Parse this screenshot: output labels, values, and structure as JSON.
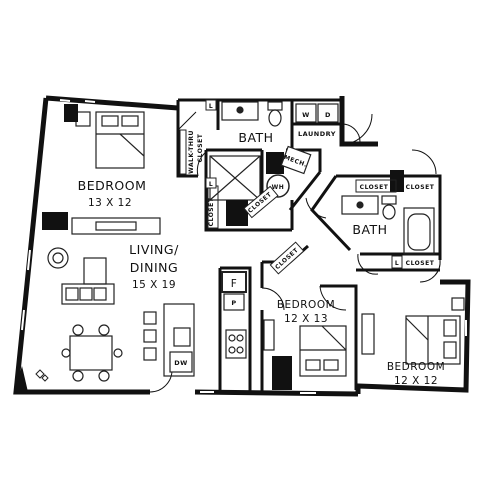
{
  "colors": {
    "wall": "#111111",
    "fixture": "#222222",
    "background": "#ffffff",
    "fill_dark": "#111111"
  },
  "rooms": {
    "bedroom_main": {
      "name": "BEDROOM",
      "dims": "13 X 12"
    },
    "living": {
      "name_line1": "LIVING/",
      "name_line2": "DINING",
      "dims": "15 X 19"
    },
    "bath_1": {
      "name": "BATH"
    },
    "laundry": {
      "name": "LAUNDRY"
    },
    "bath_2": {
      "name": "BATH"
    },
    "bedroom_2": {
      "name": "BEDROOM",
      "dims": "12 X 13"
    },
    "bedroom_3": {
      "name": "BEDROOM",
      "dims": "12 X 12"
    }
  },
  "closets": {
    "walk_thru_line1": "WALK-THRU",
    "walk_thru_line2": "CLOSET",
    "hall_left": "CLOSET",
    "hall_diag": "CLOSET",
    "bath2_left": "CLOSET",
    "bath2_right": "CLOSET",
    "bedroom2": "CLOSET",
    "linen_l": "L",
    "linen_label": "CLOSET"
  },
  "appliances": {
    "washer": "W",
    "dryer": "D",
    "mech": "MECH.",
    "water_heater": "WH",
    "fridge": "F",
    "pantry": "P",
    "dishwasher": "DW",
    "hall_l": "L",
    "hall_l2": "L"
  }
}
